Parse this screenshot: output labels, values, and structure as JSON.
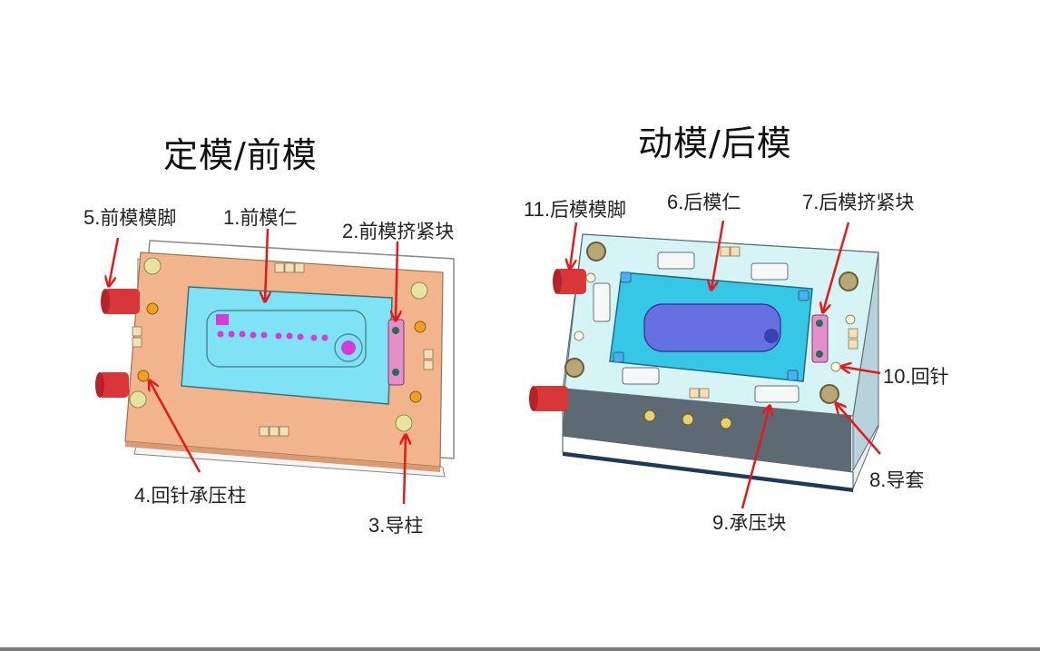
{
  "slide": {
    "left_panel": {
      "title": "定模/前模",
      "labels": [
        {
          "id": "5",
          "num": "5.",
          "text": "前模模脚"
        },
        {
          "id": "1",
          "num": "1.",
          "text": "前模仁"
        },
        {
          "id": "2",
          "num": "2.",
          "text": "前模挤紧块"
        },
        {
          "id": "4",
          "num": "4.",
          "text": "回针承压柱"
        },
        {
          "id": "3",
          "num": "3.",
          "text": "导柱"
        }
      ]
    },
    "right_panel": {
      "title": "动模/后模",
      "labels": [
        {
          "id": "11",
          "num": "11.",
          "text": "后模模脚"
        },
        {
          "id": "6",
          "num": "6.",
          "text": "后模仁"
        },
        {
          "id": "7",
          "num": "7.",
          "text": "后模挤紧块"
        },
        {
          "id": "10",
          "num": "10.",
          "text": "回针"
        },
        {
          "id": "8",
          "num": "8.",
          "text": "导套"
        },
        {
          "id": "9",
          "num": "9.",
          "text": "承压块"
        }
      ]
    },
    "colors": {
      "arrow": "#e01b1b",
      "front_plate": "#f2b48c",
      "insert_cyan": "#7fe3f5",
      "back_plate": "#d6f3f6",
      "back_side": "#5d6a73",
      "leg_red": "#d9363a",
      "guide_pin": "#e8e4a0",
      "lock_block": "#e58fc9",
      "core_blue": "#6670e0"
    }
  }
}
